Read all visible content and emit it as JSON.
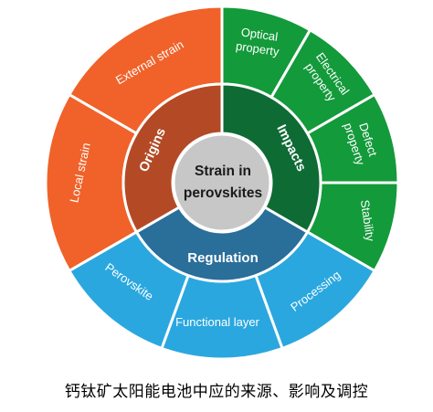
{
  "center": {
    "line1": "Strain in",
    "line2": "perovskites"
  },
  "inner": {
    "origins": "Origins",
    "impacts": "Impacts",
    "regulation": "Regulation"
  },
  "outer": {
    "external_strain": "External strain",
    "local_strain": "Local strain",
    "optical_property": [
      "Optical",
      "property"
    ],
    "electrical_property": [
      "Electrical",
      "property"
    ],
    "defect_property": [
      "Defect",
      "property"
    ],
    "stability": "Stability",
    "perovskite": "Perovskite",
    "functional_layer": "Functional layer",
    "processing": "Processing"
  },
  "caption": "钙钛矿太阳能电池中应的来源、影响及调控",
  "colors": {
    "origins_outer": "#f0622a",
    "origins_inner": "#b34a25",
    "impacts_outer": "#139a3a",
    "impacts_inner": "#0e6b34",
    "regulation_outer": "#2aa7df",
    "regulation_inner": "#2a6e9a",
    "center": "#c7c7c7",
    "text_light": "#ffffff",
    "text_dark": "#1a1a1a"
  }
}
